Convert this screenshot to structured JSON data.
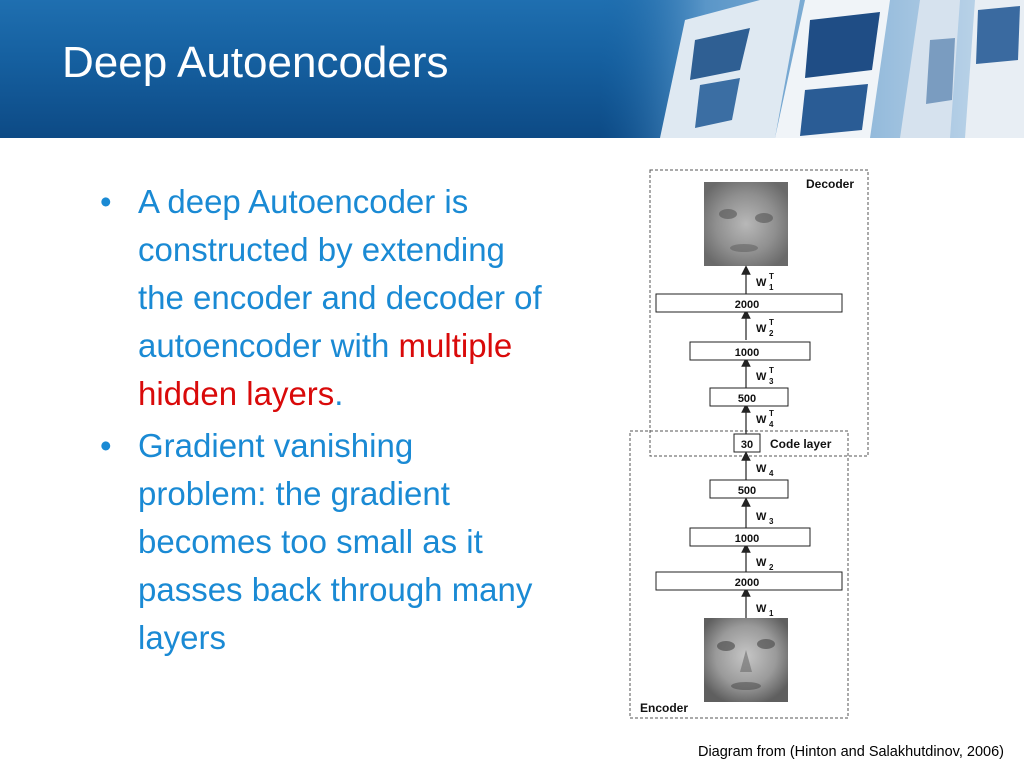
{
  "slide": {
    "title": "Deep Autoencoders",
    "bullets": [
      {
        "text": "A deep Autoencoder is constructed by extending the encoder and decoder of autoencoder with ",
        "highlight": "multiple hidden layers",
        "tail": "."
      },
      {
        "text": "Gradient vanishing problem: the gradient becomes too small as it passes back through many layers"
      }
    ],
    "caption": "Diagram from (Hinton and Salakhutdinov, 2006)"
  },
  "diagram": {
    "decoder_label": "Decoder",
    "encoder_label": "Encoder",
    "code_layer_label": "Code layer",
    "decoder_layers": [
      "2000",
      "1000",
      "500"
    ],
    "code_layer": "30",
    "encoder_layers": [
      "500",
      "1000",
      "2000"
    ],
    "decoder_weights": [
      "W",
      "W",
      "W",
      "W"
    ],
    "decoder_weight_sub": [
      "1",
      "2",
      "3",
      "4"
    ],
    "weight_transpose": "T",
    "encoder_weights": [
      "W",
      "W",
      "W",
      "W"
    ],
    "encoder_weight_sub": [
      "4",
      "3",
      "2",
      "1"
    ]
  },
  "colors": {
    "header": "#155f9f",
    "body_text": "#1a8ad4",
    "highlight": "#d90a0a"
  }
}
